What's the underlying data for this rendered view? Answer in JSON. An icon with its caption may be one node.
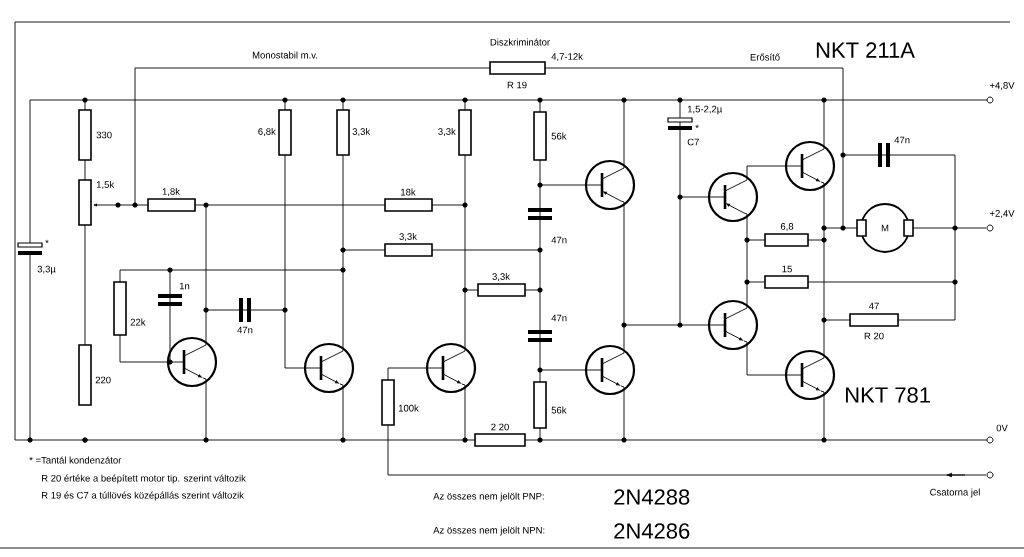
{
  "diagram": {
    "labels": [
      "Monostabil m.v.",
      "Diszkriminátor",
      "4,7-12k",
      "R 19",
      "Erősítő",
      "NKT 211A",
      "+4,8V",
      "330",
      "6,8k",
      "3,3k",
      "3,3k",
      "56k",
      "1,5-2,2µ",
      "*",
      "C7",
      "47n",
      "1,5k",
      "1,8k",
      "18k",
      "M",
      "+2,4V",
      "6,8",
      "*",
      "3,3µ",
      "3,3k",
      "47n",
      "15",
      "3,3k",
      "1n",
      "47n",
      "22k",
      "47n",
      "47",
      "R 20",
      "220",
      "100k",
      "2 20",
      "56k",
      "NKT 781",
      "0V",
      "* =Tantál kondenzátor",
      "R 20 értéke a beépített motor tip. szerint változik",
      "R 19 és C7 a túllövés középállás szerint változik",
      "Csatorna jel",
      "Az összes nem jelölt PNP:",
      "2N4288",
      "Az összes nem jelölt NPN:",
      "2N4286"
    ]
  }
}
